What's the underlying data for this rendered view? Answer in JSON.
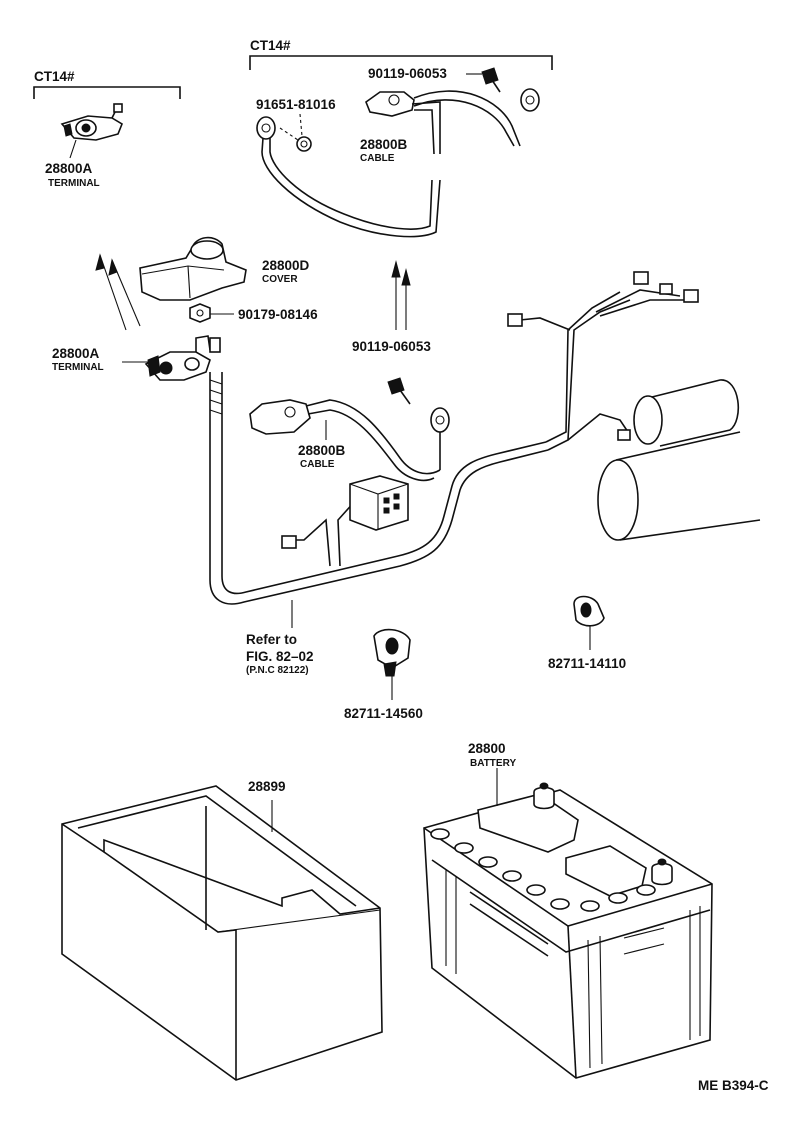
{
  "groups": {
    "ct14_left": "CT14#",
    "ct14_top": "CT14#"
  },
  "parts": {
    "terminal_a_top": {
      "number": "28800A",
      "name": "TERMINAL"
    },
    "terminal_a_mid": {
      "number": "28800A",
      "name": "TERMINAL"
    },
    "cable_b_top": {
      "number": "28800B",
      "name": "CABLE"
    },
    "cable_b_mid": {
      "number": "28800B",
      "name": "CABLE"
    },
    "cover_d": {
      "number": "28800D",
      "name": "COVER"
    },
    "bolt_top": {
      "number": "90119-06053"
    },
    "bolt_mid": {
      "number": "90119-06053"
    },
    "nut_top": {
      "number": "91651-81016"
    },
    "nut_mid": {
      "number": "90179-08146"
    },
    "clamp_right": {
      "number": "82711-14110"
    },
    "clamp_bottom": {
      "number": "82711-14560"
    },
    "tray": {
      "number": "28899"
    },
    "battery": {
      "number": "28800",
      "name": "BATTERY"
    }
  },
  "reference": {
    "line1": "Refer to",
    "line2": "FIG. 82–02",
    "line3": "(P.N.C 82122)"
  },
  "drawing_code": "ME B394-C"
}
